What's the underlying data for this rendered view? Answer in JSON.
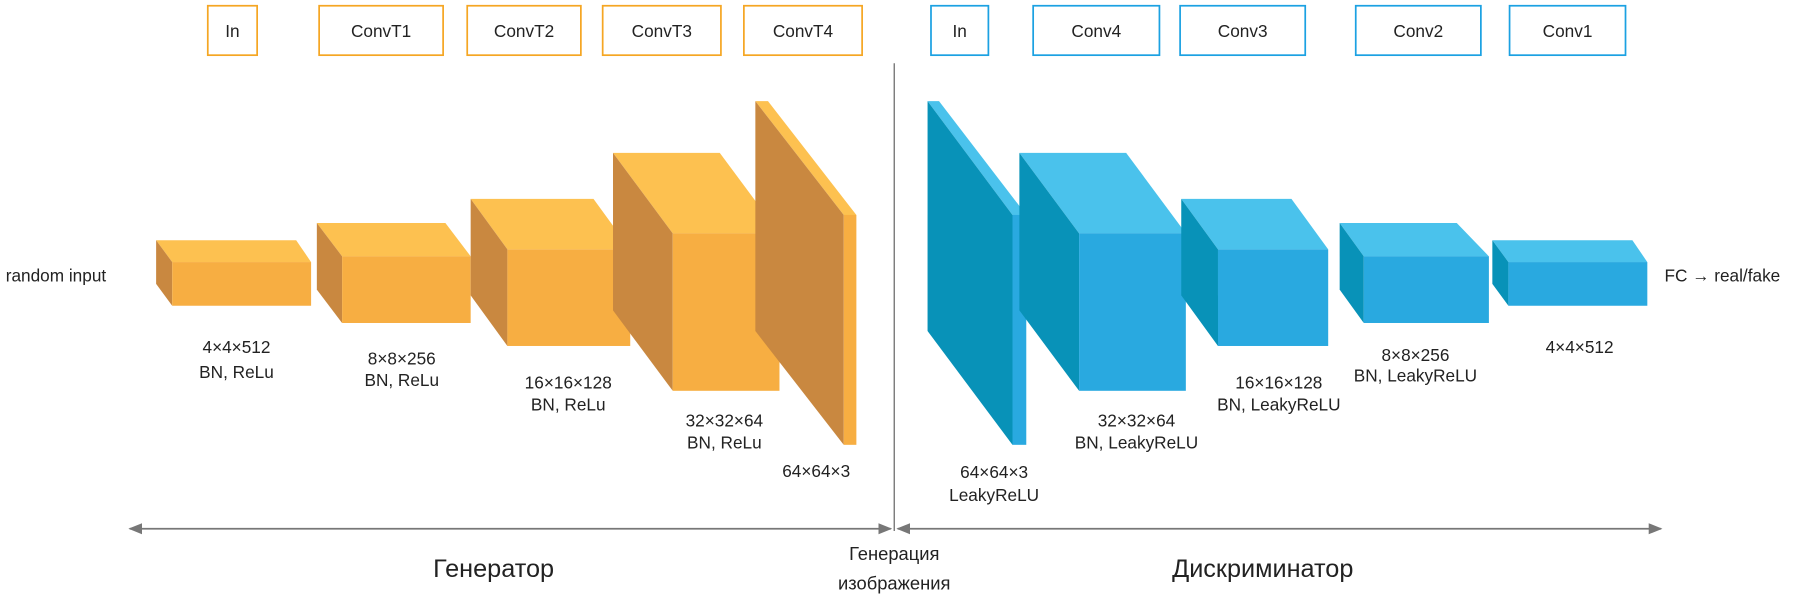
{
  "generator": {
    "top_labels": [
      "In",
      "ConvT1",
      "ConvT2",
      "ConvT3",
      "ConvT4"
    ],
    "input_label": "random input",
    "layers": [
      {
        "dims": "4×4×512",
        "activation": "BN, ReLu"
      },
      {
        "dims": "8×8×256",
        "activation": "BN, ReLu"
      },
      {
        "dims": "16×16×128",
        "activation": "BN, ReLu"
      },
      {
        "dims": "32×32×64",
        "activation": "BN, ReLu"
      },
      {
        "dims": "64×64×3",
        "activation": ""
      }
    ],
    "section_title": "Генератор"
  },
  "discriminator": {
    "top_labels": [
      "In",
      "Conv4",
      "Conv3",
      "Conv2",
      "Conv1"
    ],
    "output_label": "FC → real/fake",
    "layers": [
      {
        "dims": "64×64×3",
        "activation": "LeakyReLU"
      },
      {
        "dims": "32×32×64",
        "activation": "BN, LeakyReLU"
      },
      {
        "dims": "16×16×128",
        "activation": "BN, LeakyReLU"
      },
      {
        "dims": "8×8×256",
        "activation": "BN, LeakyReLU"
      },
      {
        "dims": "4×4×512",
        "activation": ""
      }
    ],
    "section_title": "Дискриминатор"
  },
  "middle": {
    "line1": "Генерация",
    "line2": "изображения"
  },
  "colors": {
    "generator": "#F7AE42",
    "discriminator": "#29A9E0",
    "arrow": "#777777"
  }
}
